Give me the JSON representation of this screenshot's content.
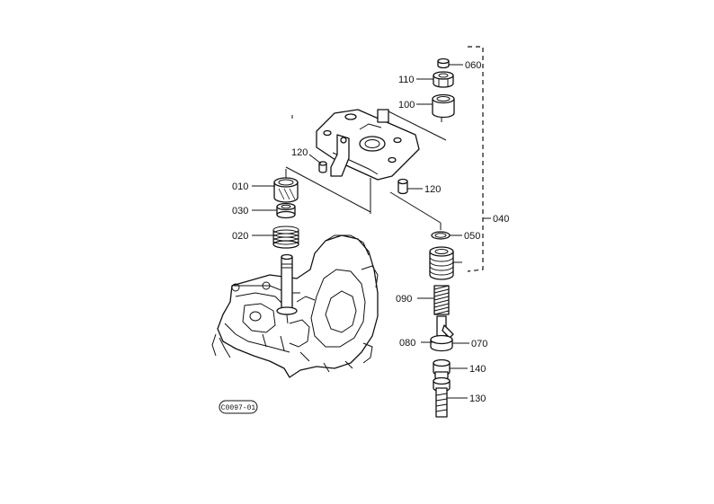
{
  "diagram": {
    "drawing_code": "C0097-01",
    "labels": {
      "p010": "010",
      "p020": "020",
      "p030": "030",
      "p040": "040",
      "p050": "050",
      "p060": "060",
      "p070": "070",
      "p080": "080",
      "p090": "090",
      "p100": "100",
      "p110": "110",
      "p120a": "120",
      "p120b": "120",
      "p130": "130",
      "p140": "140"
    }
  }
}
